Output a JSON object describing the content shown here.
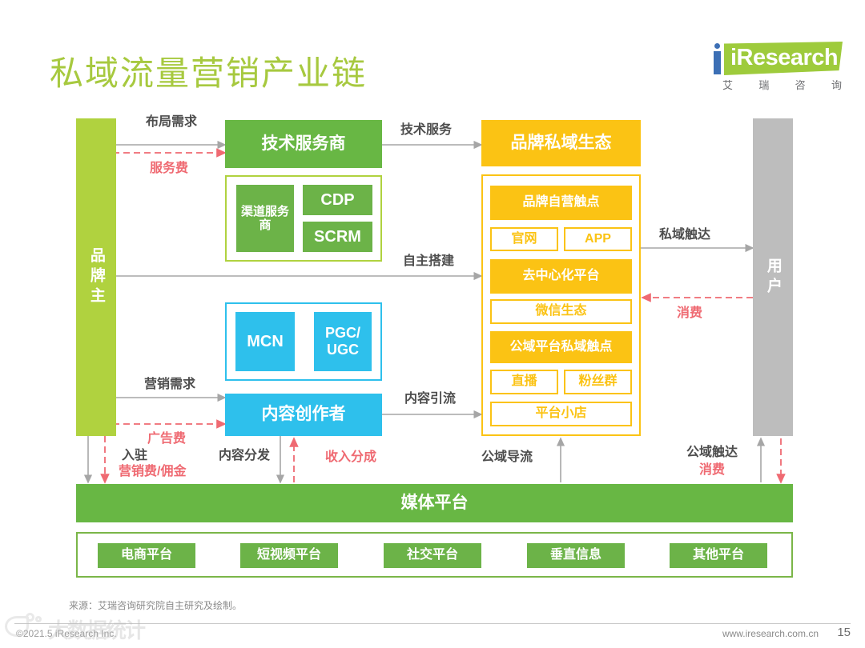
{
  "header": {
    "title": "私域流量营销产业链",
    "logo": {
      "word": "iResearch",
      "cn": "艾瑞咨询"
    }
  },
  "diagram": {
    "brand_owner": "品牌主",
    "tech_provider": "技术服务商",
    "tech_sub": {
      "channel_provider": "渠道服务商",
      "cdp": "CDP",
      "scrm": "SCRM"
    },
    "creator_sub": {
      "mcn": "MCN",
      "pgc_ugc": "PGC/\nUGC"
    },
    "content_creator": "内容创作者",
    "brand_private_eco": "品牌私域生态",
    "eco_items": {
      "self_touch": "品牌自营触点",
      "official_site": "官网",
      "app": "APP",
      "decentralized": "去中心化平台",
      "wechat_eco": "微信生态",
      "public_private_touch": "公域平台私域触点",
      "live": "直播",
      "fan_group": "粉丝群",
      "platform_shop": "平台小店"
    },
    "user": "用户",
    "media_platform": "媒体平台",
    "platforms": [
      "电商平台",
      "短视频平台",
      "社交平台",
      "垂直信息",
      "其他平台"
    ],
    "labels": {
      "layout_demand": "布局需求",
      "service_fee": "服务费",
      "tech_service": "技术服务",
      "self_build": "自主搭建",
      "private_reach": "私域触达",
      "consume_right": "消费",
      "marketing_demand": "营销需求",
      "ad_fee": "广告费",
      "content_traffic": "内容引流",
      "settle_in": "入驻",
      "marketing_commission": "营销费/佣金",
      "content_distribution": "内容分发",
      "revenue_share": "收入分成",
      "public_diversion": "公域导流",
      "public_reach": "公域触达",
      "consume_bottom": "消费"
    }
  },
  "footer": {
    "source": "来源：艾瑞咨询研究院自主研究及绘制。",
    "copyright": "©2021.5 iResearch Inc.",
    "url": "www.iresearch.com.cn",
    "page": "15"
  },
  "colors": {
    "brand_green": "#b0d23f",
    "deep_green": "#68b744",
    "yellow": "#fbc314",
    "blue": "#2ec0ec",
    "gray": "#bdbdbd",
    "red_dashed": "#ef6a72",
    "title_green": "#a7c93f"
  }
}
